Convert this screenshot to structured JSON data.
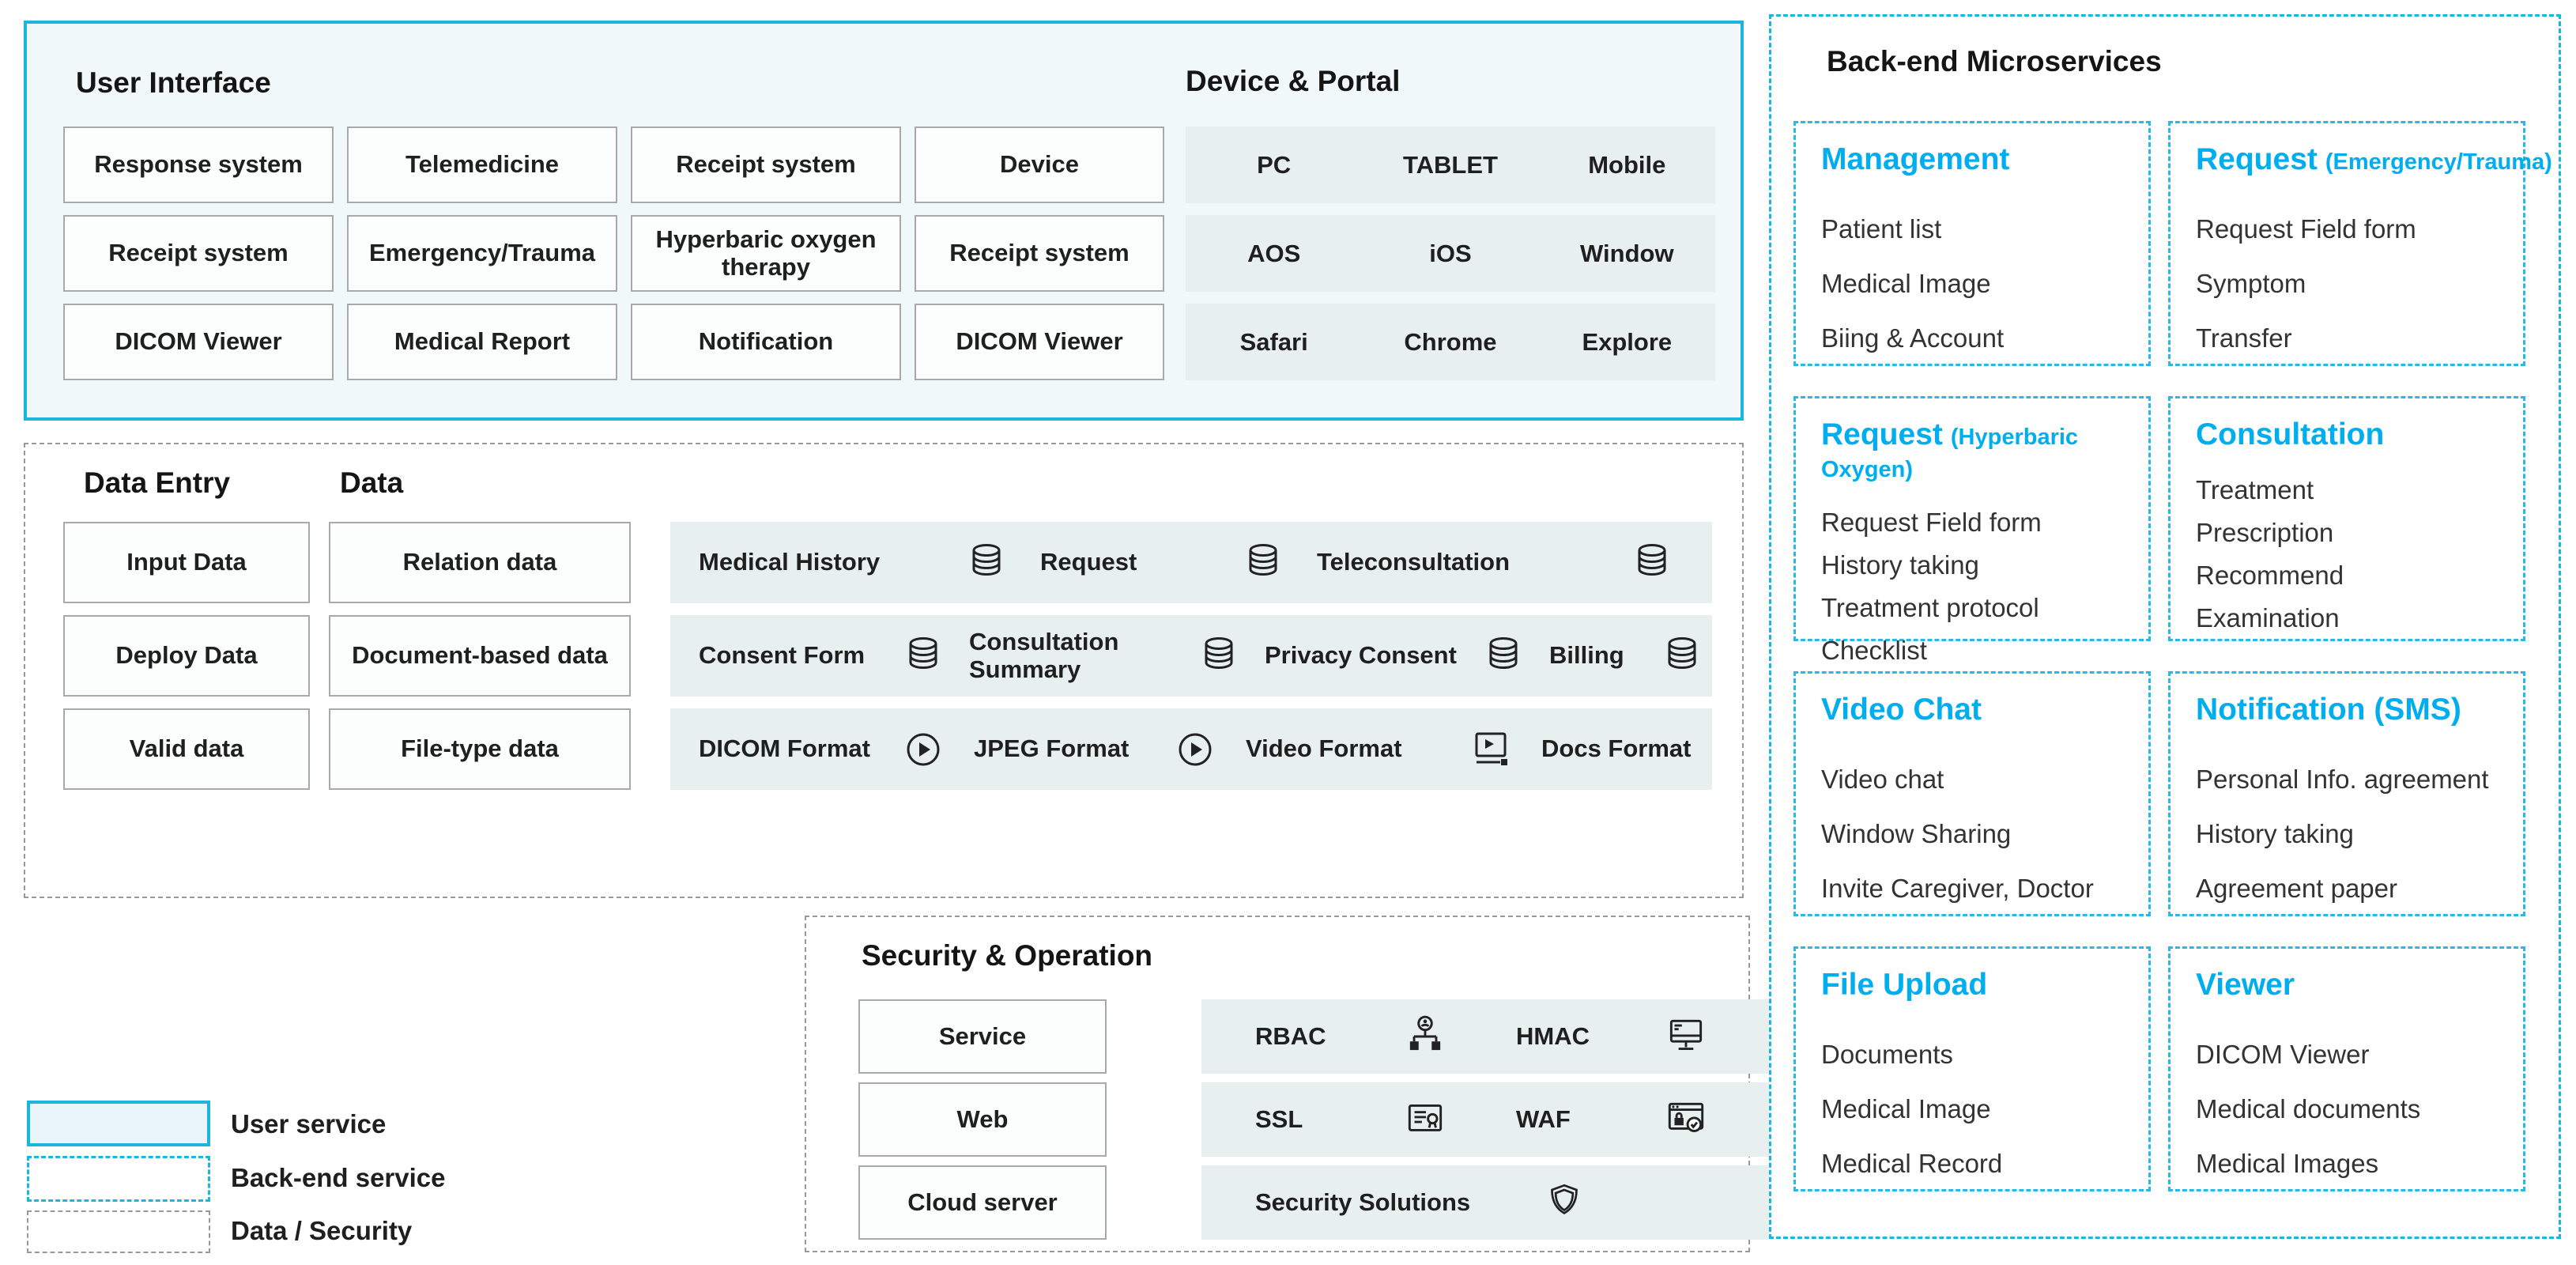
{
  "colors": {
    "accent_cyan": "#00AEEF",
    "solid_border_cyan": "#1CB5E0",
    "dashed_border_gray": "#999999",
    "panel_bg_blue": "#F1F8FA",
    "bar_bg_teal": "#E8EFEF",
    "text_dark": "#1F1F1F"
  },
  "ui_box": {
    "title": "User Interface",
    "portal_title": "Device & Portal",
    "buttons": [
      [
        "Response system",
        "Telemedicine",
        "Receipt system",
        "Device"
      ],
      [
        "Receipt system",
        "Emergency/Trauma",
        "Hyperbaric oxygen therapy",
        "Receipt system"
      ],
      [
        "DICOM Viewer",
        "Medical Report",
        "Notification",
        "DICOM Viewer"
      ]
    ],
    "portal_rows": [
      [
        "PC",
        "TABLET",
        "Mobile"
      ],
      [
        "AOS",
        "iOS",
        "Window"
      ],
      [
        "Safari",
        "Chrome",
        "Explore"
      ]
    ]
  },
  "data_box": {
    "entry_title": "Data Entry",
    "data_title": "Data",
    "entry_buttons": [
      "Input Data",
      "Deploy Data",
      "Valid data"
    ],
    "data_buttons": [
      "Relation data",
      "Document-based data",
      "File-type data"
    ],
    "rows": [
      {
        "items": [
          {
            "label": "Medical History",
            "icon": "database-icon"
          },
          {
            "label": "Request",
            "icon": "database-icon"
          },
          {
            "label": "Teleconsultation",
            "icon": "database-icon"
          }
        ]
      },
      {
        "items": [
          {
            "label": "Consent Form",
            "icon": "database-icon"
          },
          {
            "label": "Consultation Summary",
            "icon": "database-icon"
          },
          {
            "label": "Privacy Consent",
            "icon": "database-icon"
          },
          {
            "label": "Billing",
            "icon": "database-icon"
          }
        ]
      },
      {
        "items": [
          {
            "label": "DICOM Format",
            "icon": "play-circle-icon"
          },
          {
            "label": "JPEG Format",
            "icon": "play-circle-icon"
          },
          {
            "label": "Video Format",
            "icon": "video-player-icon"
          },
          {
            "label": "Docs Format",
            "icon": ""
          }
        ]
      }
    ]
  },
  "security_box": {
    "title": "Security & Operation",
    "left_buttons": [
      "Service",
      "Web",
      "Cloud server"
    ],
    "rows": [
      {
        "items": [
          {
            "label": "RBAC",
            "icon": "rbac-hierarchy-icon"
          },
          {
            "label": "HMAC",
            "icon": "monitor-icon"
          }
        ]
      },
      {
        "items": [
          {
            "label": "SSL",
            "icon": "certificate-icon"
          },
          {
            "label": "WAF",
            "icon": "browser-shield-icon"
          }
        ]
      },
      {
        "items": [
          {
            "label": "Security Solutions",
            "icon": "shield-icon"
          }
        ]
      }
    ]
  },
  "backend_box": {
    "title": "Back-end Microservices",
    "cards": [
      {
        "title": "Management",
        "suffix": "",
        "items": [
          "Patient list",
          "Medical Image",
          "Biing & Account"
        ]
      },
      {
        "title": "Request",
        "suffix": "(Emergency/Trauma)",
        "items": [
          "Request Field form",
          "Symptom",
          "Transfer"
        ]
      },
      {
        "title": "Request",
        "suffix": "(Hyperbaric Oxygen)",
        "items": [
          "Request Field form",
          "History taking",
          "Treatment protocol",
          "Checklist"
        ]
      },
      {
        "title": "Consultation",
        "suffix": "",
        "items": [
          "Treatment",
          "Prescription",
          "Recommend",
          "Examination"
        ]
      },
      {
        "title": "Video Chat",
        "suffix": "",
        "items": [
          "Video chat",
          "Window Sharing",
          "Invite Caregiver, Doctor"
        ]
      },
      {
        "title": "Notification (SMS)",
        "suffix": "",
        "items": [
          "Personal Info. agreement",
          "History taking",
          "Agreement paper"
        ]
      },
      {
        "title": "File Upload",
        "suffix": "",
        "items": [
          "Documents",
          "Medical Image",
          "Medical Record"
        ]
      },
      {
        "title": "Viewer",
        "suffix": "",
        "items": [
          "DICOM Viewer",
          "Medical documents",
          "Medical Images"
        ]
      }
    ]
  },
  "legend": {
    "items": [
      {
        "label": "User service",
        "style": "solid-cyan"
      },
      {
        "label": "Back-end service",
        "style": "dashed-cyan"
      },
      {
        "label": "Data / Security",
        "style": "dashed-gray"
      }
    ]
  }
}
